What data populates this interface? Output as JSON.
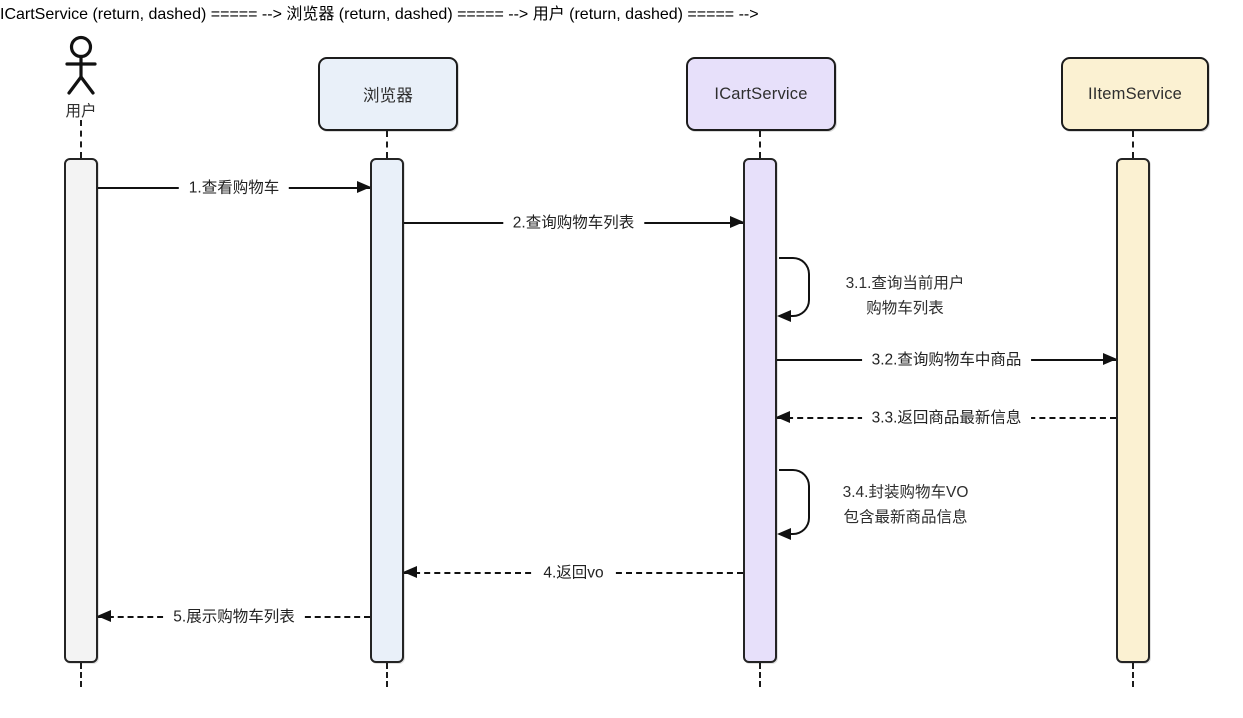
{
  "diagram": {
    "type": "uml-sequence-diagram",
    "participants": [
      {
        "name": "用户",
        "kind": "actor",
        "fill": "#f3f3f3"
      },
      {
        "name": "浏览器",
        "kind": "participant",
        "fill": "#e9f0f9"
      },
      {
        "name": "ICartService",
        "kind": "participant",
        "fill": "#e7e0fa"
      },
      {
        "name": "IItemService",
        "kind": "participant",
        "fill": "#fbf1d2"
      }
    ],
    "messages": [
      {
        "num": "1",
        "label": "1.查看购物车",
        "from": "用户",
        "to": "浏览器",
        "line": "solid",
        "direction": "right"
      },
      {
        "num": "2",
        "label": "2.查询购物车列表",
        "from": "浏览器",
        "to": "ICartService",
        "line": "solid",
        "direction": "right"
      },
      {
        "num": "3.1",
        "lines": [
          "3.1.查询当前用户",
          "购物车列表"
        ],
        "from": "ICartService",
        "to": "ICartService",
        "line": "self"
      },
      {
        "num": "3.2",
        "label": "3.2.查询购物车中商品",
        "from": "ICartService",
        "to": "IItemService",
        "line": "solid",
        "direction": "right"
      },
      {
        "num": "3.3",
        "label": "3.3.返回商品最新信息",
        "from": "IItemService",
        "to": "ICartService",
        "line": "dashed",
        "direction": "left"
      },
      {
        "num": "3.4",
        "lines": [
          "3.4.封装购物车VO",
          "包含最新商品信息"
        ],
        "from": "ICartService",
        "to": "ICartService",
        "line": "self"
      },
      {
        "num": "4",
        "label": "4.返回vo",
        "from": "ICartService",
        "to": "浏览器",
        "line": "dashed",
        "direction": "left"
      },
      {
        "num": "5",
        "label": "5.展示购物车列表",
        "from": "浏览器",
        "to": "用户",
        "line": "dashed",
        "direction": "left"
      }
    ],
    "colors": {
      "line": "#111111",
      "border": "#1c1c1c",
      "text": "#2e2e2e",
      "background": "#ffffff"
    }
  }
}
